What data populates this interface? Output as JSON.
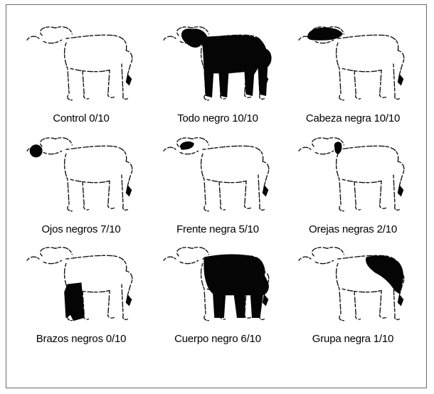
{
  "figure": {
    "panels": [
      {
        "caption": "Control 0/10",
        "black": []
      },
      {
        "caption": "Todo negro 10/10",
        "black": [
          "all"
        ]
      },
      {
        "caption": "Cabeza negra 10/10",
        "black": [
          "head"
        ]
      },
      {
        "caption": "Ojos negros 7/10",
        "black": [
          "eye"
        ]
      },
      {
        "caption": "Frente negra 5/10",
        "black": [
          "forehead"
        ]
      },
      {
        "caption": "Orejas negras 2/10",
        "black": [
          "ear"
        ]
      },
      {
        "caption": "Brazos negros 0/10",
        "black": [
          "forelegs"
        ]
      },
      {
        "caption": "Cuerpo negro 6/10",
        "black": [
          "body"
        ]
      },
      {
        "caption": "Grupa negra 1/10",
        "black": [
          "rump"
        ]
      }
    ]
  }
}
